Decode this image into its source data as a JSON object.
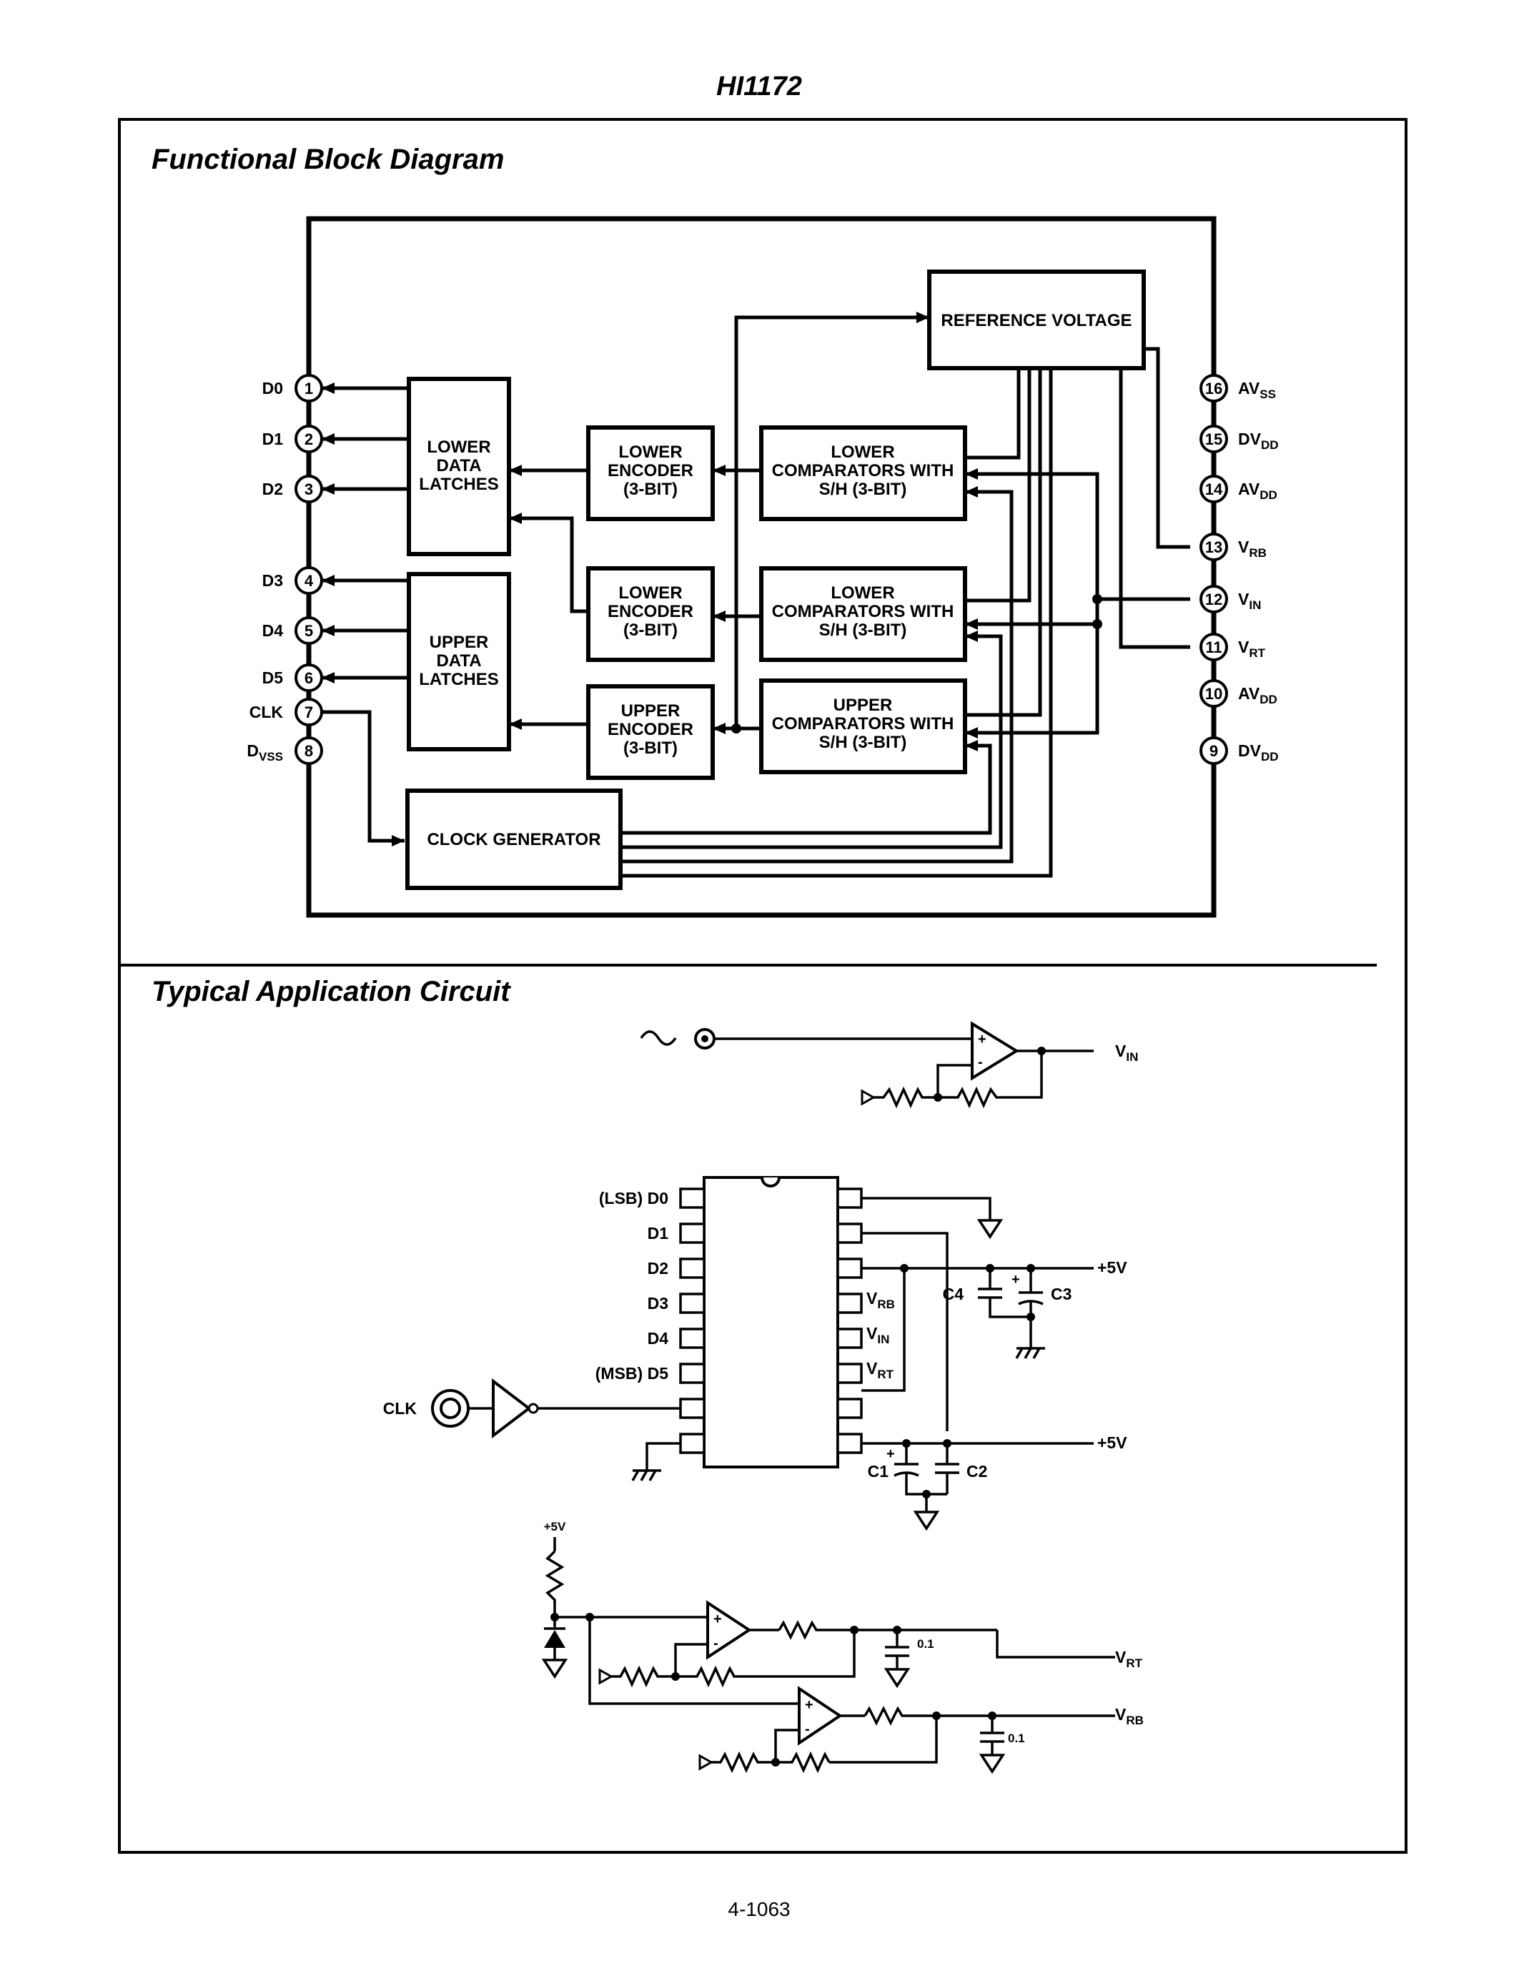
{
  "page": {
    "title": "HI1172",
    "page_number": "4-1063"
  },
  "block_diagram": {
    "heading": "Functional Block Diagram",
    "blocks": {
      "reference_voltage": [
        "REFERENCE VOLTAGE"
      ],
      "lower_data_latches": [
        "LOWER",
        "DATA",
        "LATCHES"
      ],
      "upper_data_latches": [
        "UPPER",
        "DATA",
        "LATCHES"
      ],
      "lower_encoder_1": [
        "LOWER",
        "ENCODER",
        "(3-BIT)"
      ],
      "lower_encoder_2": [
        "LOWER",
        "ENCODER",
        "(3-BIT)"
      ],
      "upper_encoder": [
        "UPPER",
        "ENCODER",
        "(3-BIT)"
      ],
      "lower_comparators_1": [
        "LOWER",
        "COMPARATORS WITH",
        "S/H (3-BIT)"
      ],
      "lower_comparators_2": [
        "LOWER",
        "COMPARATORS WITH",
        "S/H (3-BIT)"
      ],
      "upper_comparators": [
        "UPPER",
        "COMPARATORS WITH",
        "S/H (3-BIT)"
      ],
      "clock_generator": [
        "CLOCK GENERATOR"
      ]
    },
    "left_pins": [
      {
        "num": "1",
        "name": "D0"
      },
      {
        "num": "2",
        "name": "D1"
      },
      {
        "num": "3",
        "name": "D2"
      },
      {
        "num": "4",
        "name": "D3"
      },
      {
        "num": "5",
        "name": "D4"
      },
      {
        "num": "6",
        "name": "D5"
      },
      {
        "num": "7",
        "name": "CLK"
      },
      {
        "num": "8",
        "name": "D",
        "sub": "VSS"
      }
    ],
    "right_pins": [
      {
        "num": "16",
        "name": "AV",
        "sub": "SS"
      },
      {
        "num": "15",
        "name": "DV",
        "sub": "DD"
      },
      {
        "num": "14",
        "name": "AV",
        "sub": "DD"
      },
      {
        "num": "13",
        "name": "V",
        "sub": "RB"
      },
      {
        "num": "12",
        "name": "V",
        "sub": "IN"
      },
      {
        "num": "11",
        "name": "V",
        "sub": "RT"
      },
      {
        "num": "10",
        "name": "AV",
        "sub": "DD"
      },
      {
        "num": "9",
        "name": "DV",
        "sub": "DD"
      }
    ]
  },
  "application_circuit": {
    "heading": "Typical Application Circuit",
    "vin_output": {
      "name": "V",
      "sub": "IN"
    },
    "chip_left_labels": [
      "(LSB) D0",
      "D1",
      "D2",
      "D3",
      "D4",
      "(MSB) D5"
    ],
    "chip_right_labels": [
      {
        "name": "V",
        "sub": "RB"
      },
      {
        "name": "V",
        "sub": "IN"
      },
      {
        "name": "V",
        "sub": "RT"
      }
    ],
    "clk_label": "CLK",
    "supply_labels": [
      "+5V",
      "+5V",
      "+5V"
    ],
    "capacitors": [
      "C4",
      "C3",
      "C1",
      "C2"
    ],
    "cap_values": [
      "0.1",
      "0.1"
    ],
    "outputs": [
      {
        "name": "V",
        "sub": "RT"
      },
      {
        "name": "V",
        "sub": "RB"
      }
    ],
    "opamp_signs": [
      "+",
      "-"
    ]
  }
}
